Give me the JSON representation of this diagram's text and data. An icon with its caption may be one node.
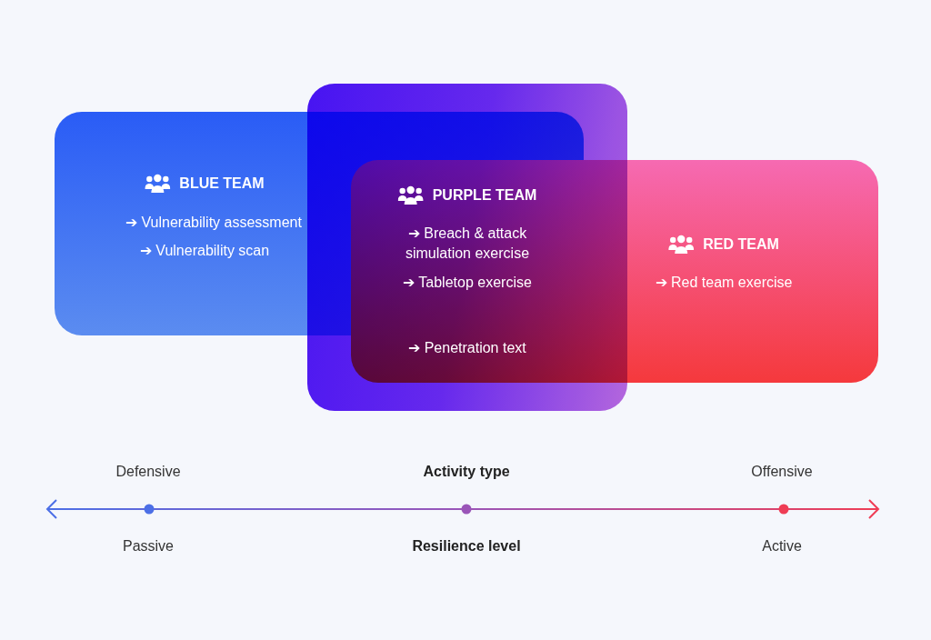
{
  "diagram": {
    "nodes": [
      {
        "text": [
          "BLUE TEAM",
          "➔ Vulnerability assessment",
          "➔ Vulnerability scan"
        ]
      },
      {
        "text": [
          "RED TEAM",
          "➔ Red team exercise"
        ]
      },
      {
        "text": [
          "PURPLE TEAM",
          "➔ Breach & attack simulation exercise",
          "➔ Tabletop exercise",
          "➔ Penetration text"
        ]
      }
    ],
    "labels": [
      "Defensive",
      "Activity type",
      "Offensive",
      "Passive",
      "Resilience level",
      "Active"
    ]
  }
}
